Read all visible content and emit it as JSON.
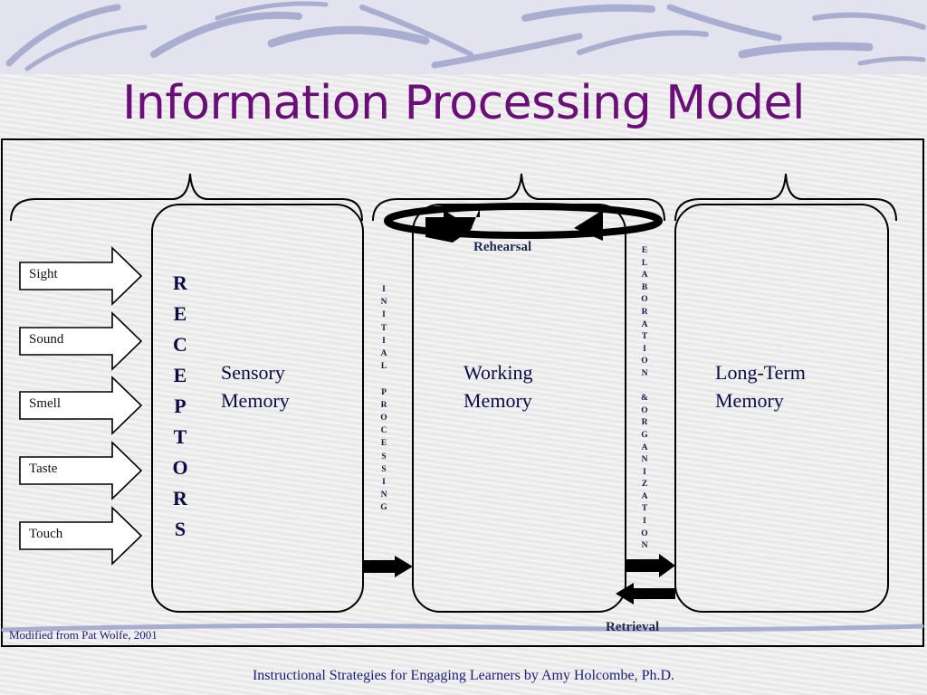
{
  "slide": {
    "title": "Information Processing Model",
    "footer": "Instructional Strategies for Engaging Learners by Amy Holcombe, Ph.D.",
    "credit": "Modified from Pat Wolfe, 2001"
  },
  "diagram": {
    "senses": [
      "Sight",
      "Sound",
      "Smell",
      "Taste",
      "Touch"
    ],
    "receptors": "R\nE\nC\nE\nP\nT\nO\nR\nS",
    "sensory_memory": "Sensory\nMemory",
    "working_memory": "Working\nMemory",
    "long_term_memory": "Long-Term\nMemory",
    "initial_processing": "I\nN\nI\nT\nI\nA\nL\n \nP\nR\nO\nC\nE\nS\nS\nI\nN\nG",
    "elaboration_organization": "E\nL\nA\nB\nO\nR\nA\nT\nI\nO\nN\n \n&\nO\nR\nG\nA\nN\nI\nZ\nA\nT\nI\nO\nN",
    "rehearsal": "Rehearsal",
    "retrieval": "Retrieval"
  },
  "colors": {
    "title": "#6a0f78",
    "text_blue": "#1b1b7a",
    "swirl": "#a9aed0"
  }
}
